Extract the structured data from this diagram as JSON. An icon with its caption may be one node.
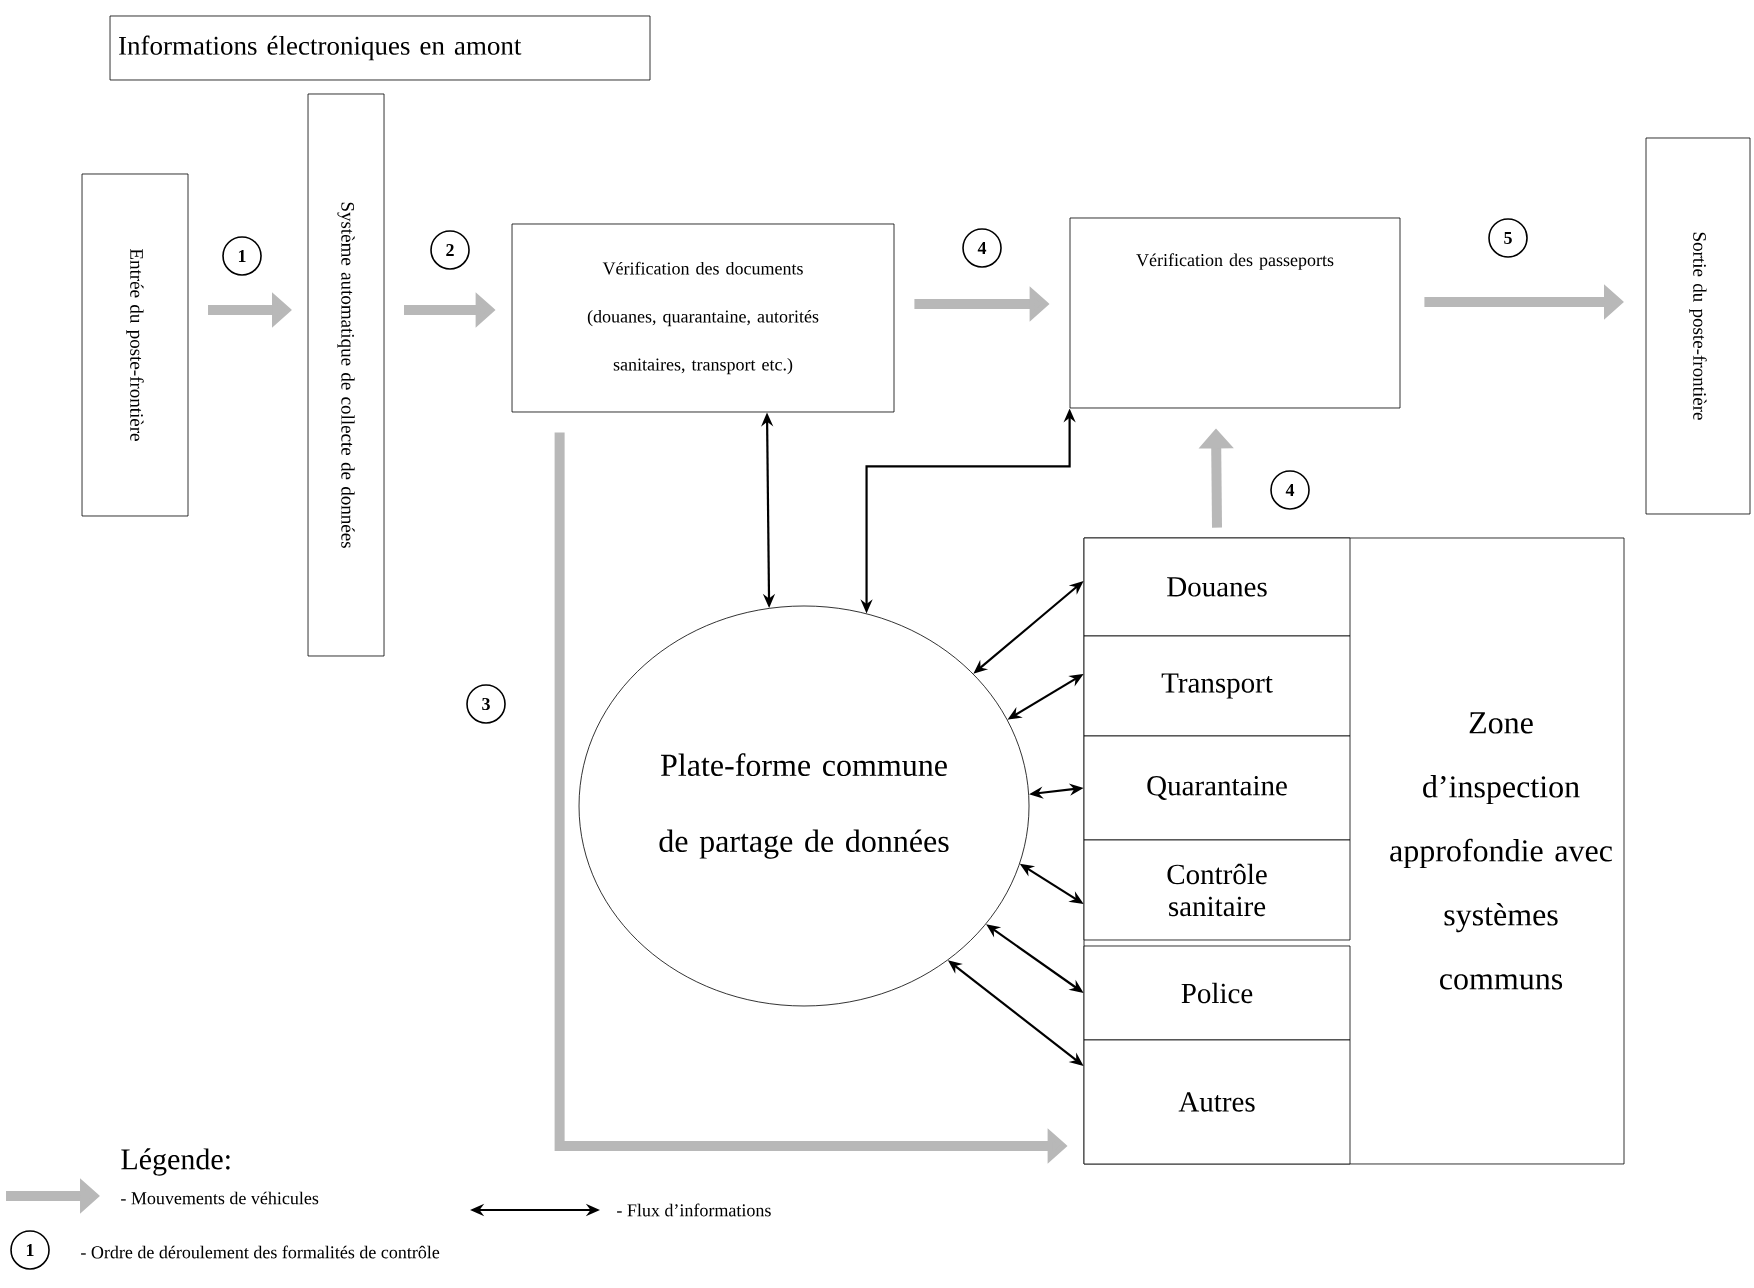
{
  "diagram": {
    "nodes": [
      {
        "text": [
          "Informations électroniques en amont"
        ]
      },
      {
        "text": [
          "Entrée du poste-frontière"
        ]
      },
      {
        "text": [
          "Système automatique de collecte de données"
        ]
      },
      {
        "text": [
          "Vérification des documents",
          "(douanes, quarantaine, autorités sanitaires, transport etc.)"
        ]
      },
      {
        "text": [
          "Vérification des passeports"
        ]
      },
      {
        "text": [
          "Sortie du poste-frontière"
        ]
      },
      {
        "text": [
          "Plate-forme commune de partage de données"
        ]
      },
      {
        "text": [
          "Zone d’inspection approfondie avec systèmes communs"
        ]
      },
      {
        "text": [
          "Douanes"
        ],
        "in": 7
      },
      {
        "text": [
          "Transport"
        ],
        "in": 7
      },
      {
        "text": [
          "Quarantaine"
        ],
        "in": 7
      },
      {
        "text": [
          "Contrôle sanitaire"
        ],
        "in": 7
      },
      {
        "text": [
          "Police"
        ],
        "in": 7
      },
      {
        "text": [
          "Autres"
        ],
        "in": 7
      }
    ],
    "edges": [
      {
        "from": 1,
        "to": 2,
        "arrow": "to",
        "label": "1",
        "style": "thick",
        "color": "#b8b8b8"
      },
      {
        "from": 2,
        "to": 3,
        "arrow": "to",
        "label": "2",
        "style": "thick",
        "color": "#b8b8b8"
      },
      {
        "from": 3,
        "to": 4,
        "arrow": "to",
        "label": "4",
        "style": "thick",
        "color": "#b8b8b8"
      },
      {
        "from": 4,
        "to": 5,
        "arrow": "to",
        "label": "5",
        "style": "thick",
        "color": "#b8b8b8"
      },
      {
        "from": 3,
        "to": 13,
        "arrow": "to",
        "label": "3",
        "style": "thick",
        "color": "#b8b8b8"
      },
      {
        "from": 8,
        "to": 4,
        "arrow": "to",
        "label": "4",
        "style": "thick",
        "color": "#b8b8b8"
      },
      {
        "from": 3,
        "to": 6,
        "arrow": "both"
      },
      {
        "from": 6,
        "to": 4,
        "arrow": "both"
      },
      {
        "from": 6,
        "to": 8,
        "arrow": "both"
      },
      {
        "from": 6,
        "to": 9,
        "arrow": "both"
      },
      {
        "from": 6,
        "to": 10,
        "arrow": "both"
      },
      {
        "from": 6,
        "to": 11,
        "arrow": "both"
      },
      {
        "from": 6,
        "to": 12,
        "arrow": "both"
      },
      {
        "from": 6,
        "to": 13,
        "arrow": "both"
      }
    ],
    "labels": [
      "Légende:",
      "1"
    ],
    "legend": [
      {
        "text": "- Mouvements de véhicules"
      },
      {
        "text": "- Flux d’informations"
      },
      {
        "text": "- Ordre de déroulement des formalités de contrôle"
      }
    ]
  }
}
